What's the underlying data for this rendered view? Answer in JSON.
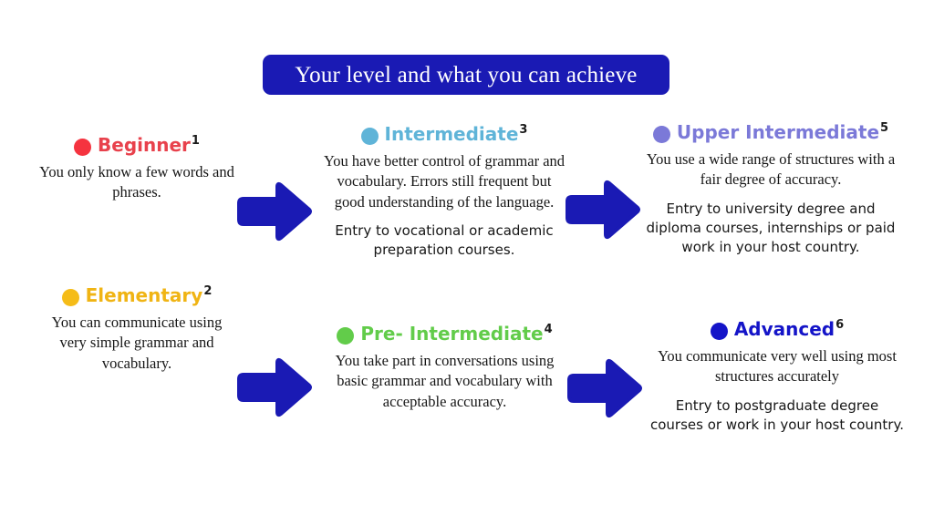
{
  "slide": {
    "title": "Your level and what you can achieve",
    "background_color": "#ffffff",
    "title_bar_color": "#1A1AB4",
    "title_text_color": "#ffffff",
    "arrow_color": "#1A1AB4"
  },
  "levels": [
    {
      "number": "1",
      "name": "Beginner",
      "color": "#E8414C",
      "dot_color": "#F5333F",
      "description": "You only know a few words and phrases.",
      "entry": ""
    },
    {
      "number": "2",
      "name": "Elementary",
      "color": "#F0B414",
      "dot_color": "#F5BC18",
      "description": "You can communicate using very simple grammar and vocabulary.",
      "entry": ""
    },
    {
      "number": "3",
      "name": "Intermediate",
      "color": "#5FB4D8",
      "dot_color": "#5FB4D8",
      "description": "You have better control of grammar and vocabulary. Errors still frequent but good understanding of the language.",
      "entry": "Entry to vocational or academic preparation courses."
    },
    {
      "number": "4",
      "name": "Pre- Intermediate",
      "color": "#62CC4A",
      "dot_color": "#62CC4A",
      "description": "You take part in conversations using basic grammar and vocabulary with acceptable accuracy.",
      "entry": ""
    },
    {
      "number": "5",
      "name": "Upper Intermediate",
      "color": "#7B79D8",
      "dot_color": "#7B79D8",
      "description": "You use a wide range of structures with a fair degree of accuracy.",
      "entry": "Entry to university degree and diploma courses, internships or paid work in your host country."
    },
    {
      "number": "6",
      "name": "Advanced",
      "color": "#1414C8",
      "dot_color": "#1414C8",
      "description": "You communicate very well using most structures accurately",
      "entry": "Entry to postgraduate degree courses or work in your host country."
    }
  ],
  "arrows": [
    {
      "name": "arrow-beginner-to-intermediate",
      "direction": "right"
    },
    {
      "name": "arrow-intermediate-to-upper",
      "direction": "right"
    },
    {
      "name": "arrow-elementary-to-preintermediate",
      "direction": "right"
    },
    {
      "name": "arrow-preintermediate-to-advanced",
      "direction": "right"
    }
  ]
}
